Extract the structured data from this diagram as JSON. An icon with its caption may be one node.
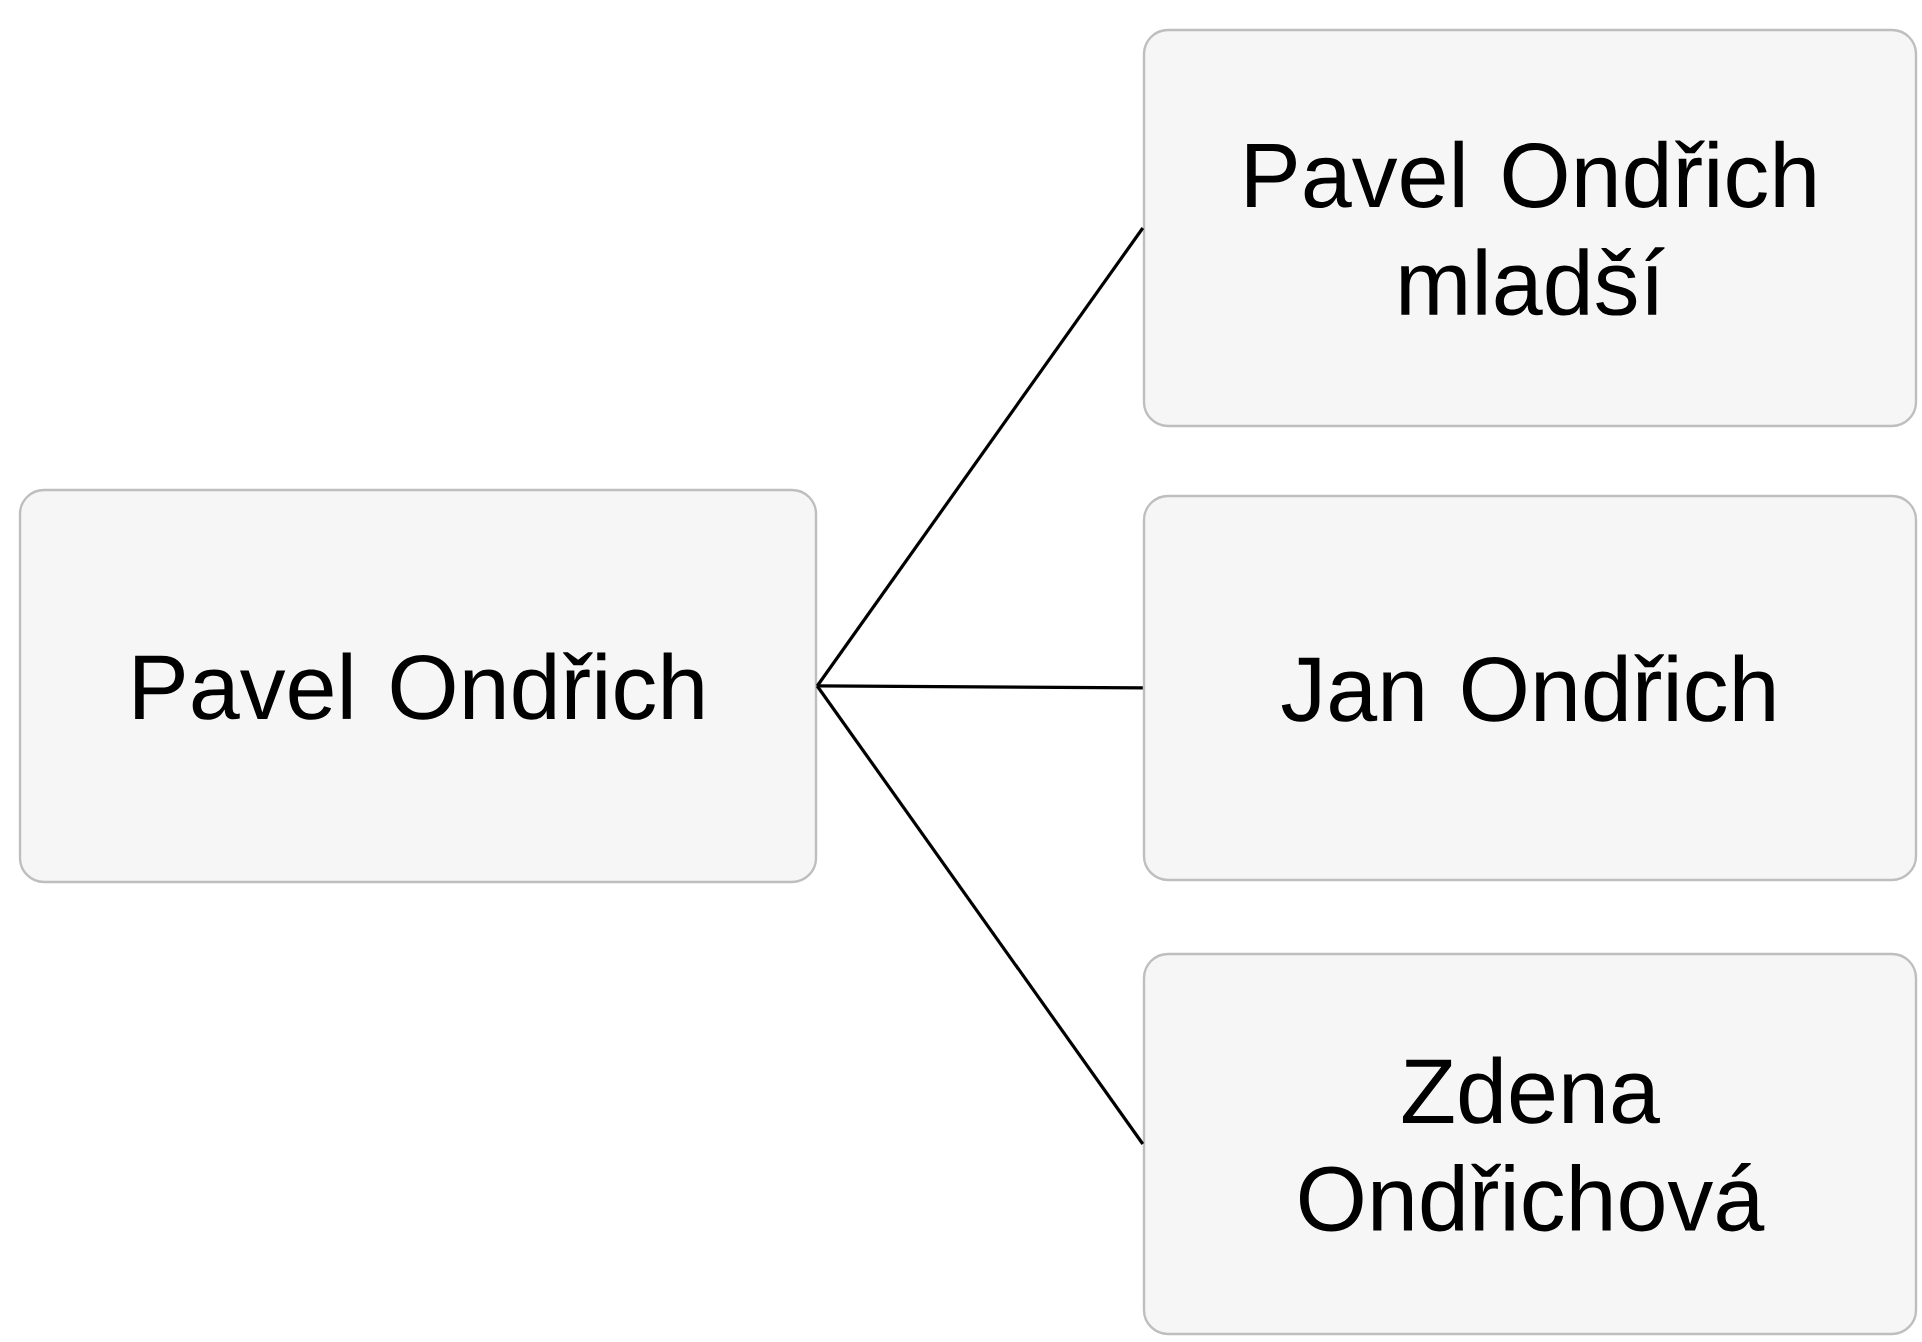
{
  "diagram": {
    "nodes": [
      {
        "text": [
          "Pavel Ondřich"
        ]
      },
      {
        "text": [
          "Pavel Ondřich mladší"
        ]
      },
      {
        "text": [
          "Jan Ondřich"
        ]
      },
      {
        "text": [
          "Zdena Ondřichová"
        ]
      }
    ],
    "edges": [
      {
        "from": 0,
        "to": 1,
        "arrow": "none"
      },
      {
        "from": 0,
        "to": 2,
        "arrow": "none"
      },
      {
        "from": 0,
        "to": 3,
        "arrow": "none"
      }
    ]
  }
}
